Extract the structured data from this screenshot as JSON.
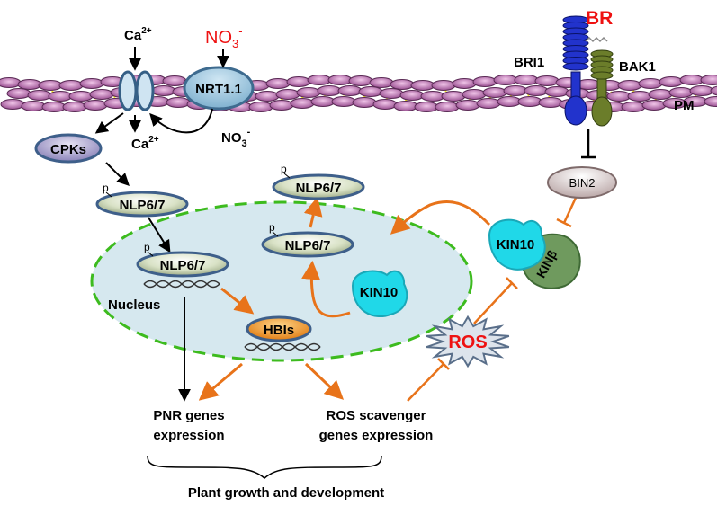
{
  "stimuli": {
    "ca_in": "Ca",
    "ca_in_sup": "2+",
    "no3_in": "NO",
    "no3_in_sub": "3",
    "no3_in_sup": "-",
    "ca_out": "Ca",
    "ca_out_sup": "2+",
    "no3_out": "NO",
    "no3_out_sub": "3",
    "no3_out_sup": "-",
    "br": "BR"
  },
  "membrane": {
    "label": "PM",
    "transporter": "NRT1.1",
    "bri1": "BRI1",
    "bak1": "BAK1"
  },
  "nodes": {
    "cpks": "CPKs",
    "nlp_cytoplasm": "NLP6/7",
    "nlp_nucleus": "NLP6/7",
    "nlp_nucleus_mid": "NLP6/7",
    "nlp_exported": "NLP6/7",
    "phospho_mark": "p",
    "hbis": "HBIs",
    "kin10_nucleus": "KIN10",
    "kin10_cytoplasm": "KIN10",
    "kin_beta": "KINβ",
    "bin2": "BIN2",
    "ros": "ROS",
    "nucleus": "Nucleus"
  },
  "outputs": {
    "pnr_line1": "PNR genes",
    "pnr_line2": "expression",
    "ros_line1": "ROS scavenger",
    "ros_line2": "genes expression",
    "final": "Plant growth and development"
  },
  "colors": {
    "activation_arrow": "#e8731a",
    "black_arrow": "#000000",
    "nucleus_fill": "#d6e8ef",
    "nucleus_border": "#3dbb1e",
    "bri1": "#2233cc",
    "bak1": "#6b7d2a",
    "kin10": "#20d8e8",
    "kin_beta": "#6f9a5e",
    "highlight_red": "#ee1111",
    "membrane_purple": "#b065a6"
  }
}
